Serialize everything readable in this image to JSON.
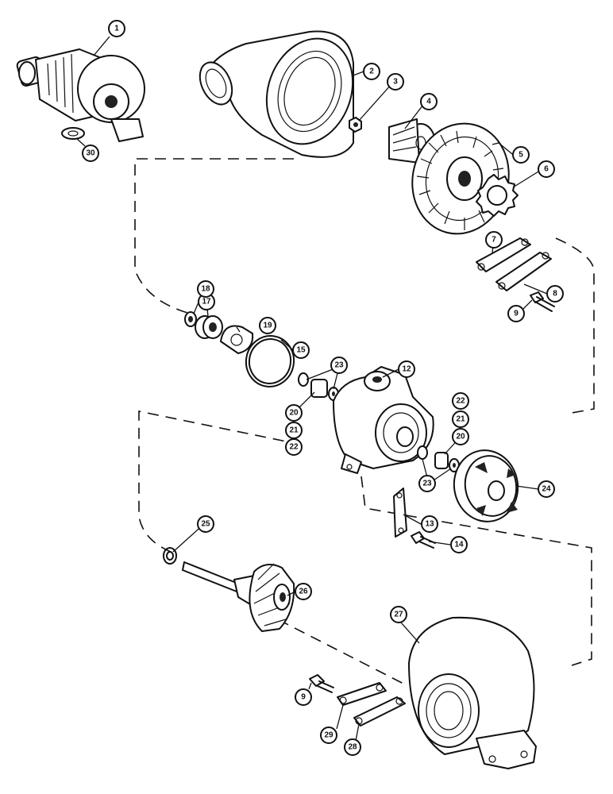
{
  "callouts": [
    {
      "id": "c1",
      "label": "1"
    },
    {
      "id": "c2",
      "label": "2"
    },
    {
      "id": "c3",
      "label": "3"
    },
    {
      "id": "c4",
      "label": "4"
    },
    {
      "id": "c5",
      "label": "5"
    },
    {
      "id": "c6",
      "label": "6"
    },
    {
      "id": "c7",
      "label": "7"
    },
    {
      "id": "c8",
      "label": "8"
    },
    {
      "id": "c9a",
      "label": "9"
    },
    {
      "id": "c12",
      "label": "12"
    },
    {
      "id": "c13",
      "label": "13"
    },
    {
      "id": "c14",
      "label": "14"
    },
    {
      "id": "c15",
      "label": "15"
    },
    {
      "id": "c17",
      "label": "17"
    },
    {
      "id": "c18",
      "label": "18"
    },
    {
      "id": "c19",
      "label": "19"
    },
    {
      "id": "c20a",
      "label": "20"
    },
    {
      "id": "c21a",
      "label": "21"
    },
    {
      "id": "c22a",
      "label": "22"
    },
    {
      "id": "c23a",
      "label": "23"
    },
    {
      "id": "c22b",
      "label": "22"
    },
    {
      "id": "c21b",
      "label": "21"
    },
    {
      "id": "c20b",
      "label": "20"
    },
    {
      "id": "c23b",
      "label": "23"
    },
    {
      "id": "c24",
      "label": "24"
    },
    {
      "id": "c25",
      "label": "25"
    },
    {
      "id": "c26",
      "label": "26"
    },
    {
      "id": "c27",
      "label": "27"
    },
    {
      "id": "c28",
      "label": "28"
    },
    {
      "id": "c29",
      "label": "29"
    },
    {
      "id": "c9b",
      "label": "9"
    },
    {
      "id": "c30",
      "label": "30"
    }
  ]
}
